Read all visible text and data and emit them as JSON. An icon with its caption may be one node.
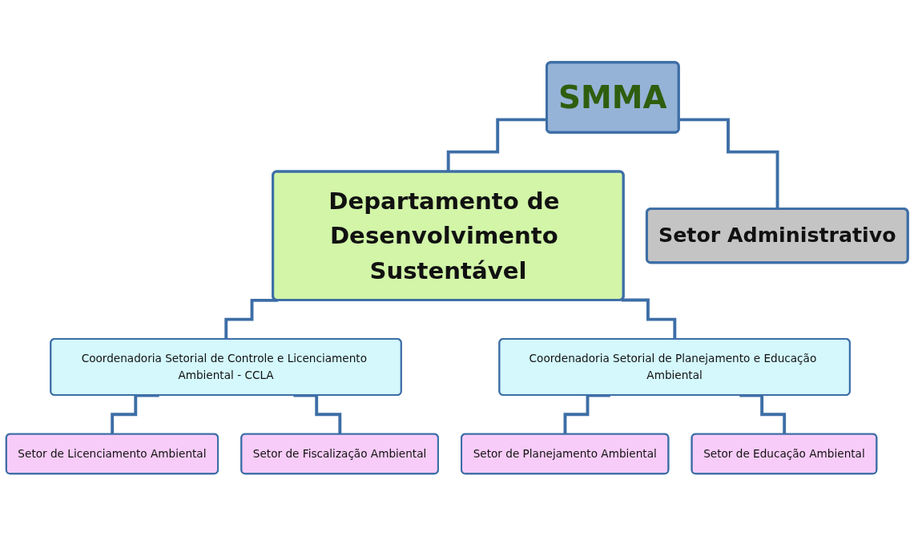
{
  "diagram": {
    "nodes": [
      {
        "text": [
          "SMMA"
        ]
      },
      {
        "text": [
          "Departamento de Desenvolvimento Sustentável"
        ]
      },
      {
        "text": [
          "Setor Administrativo"
        ]
      },
      {
        "text": [
          "Coordenadoria Setorial de Controle e Licenciamento Ambiental - CCLA"
        ]
      },
      {
        "text": [
          "Coordenadoria Setorial de Planejamento e Educação Ambiental"
        ]
      },
      {
        "text": [
          "Setor de Licenciamento Ambiental"
        ]
      },
      {
        "text": [
          "Setor de Fiscalização Ambiental"
        ]
      },
      {
        "text": [
          "Setor de Planejamento Ambiental"
        ]
      },
      {
        "text": [
          "Setor de Educação Ambiental"
        ]
      }
    ],
    "edges": [
      {
        "from": 0,
        "to": 1,
        "arrow": "none"
      },
      {
        "from": 0,
        "to": 2,
        "arrow": "none"
      },
      {
        "from": 1,
        "to": 3,
        "arrow": "none"
      },
      {
        "from": 1,
        "to": 4,
        "arrow": "none"
      },
      {
        "from": 3,
        "to": 5,
        "arrow": "none"
      },
      {
        "from": 3,
        "to": 6,
        "arrow": "none"
      },
      {
        "from": 4,
        "to": 7,
        "arrow": "none"
      },
      {
        "from": 4,
        "to": 8,
        "arrow": "none"
      }
    ]
  }
}
